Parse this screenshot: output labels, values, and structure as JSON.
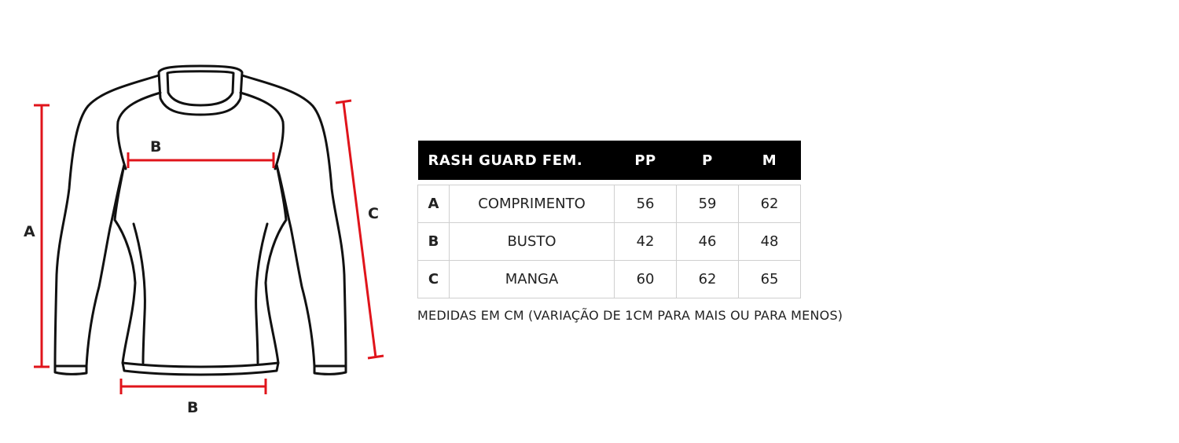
{
  "diagram": {
    "labels": {
      "length_a": "A",
      "bust_b": "B",
      "hem_b": "B",
      "sleeve_c": "C"
    },
    "colors": {
      "outline": "#111111",
      "measure_line": "#e0141b"
    }
  },
  "table": {
    "title": "RASH GUARD FEM.",
    "sizes": [
      "PP",
      "P",
      "M"
    ],
    "rows": [
      {
        "key": "A",
        "label": "COMPRIMENTO",
        "values": [
          "56",
          "59",
          "62"
        ]
      },
      {
        "key": "B",
        "label": "BUSTO",
        "values": [
          "42",
          "46",
          "48"
        ]
      },
      {
        "key": "C",
        "label": "MANGA",
        "values": [
          "60",
          "62",
          "65"
        ]
      }
    ],
    "colors": {
      "header_bg": "#000000",
      "header_text": "#ffffff",
      "grid": "#cfcfcf"
    }
  },
  "note": "MEDIDAS EM CM (VARIAÇÃO DE 1CM PARA MAIS OU PARA MENOS)"
}
